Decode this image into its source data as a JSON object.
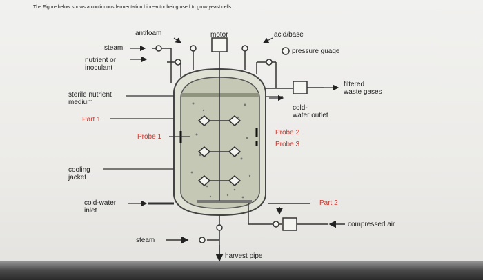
{
  "caption": "The Figure below shows a continuous fermentation bioreactor being used to grow yeast cells.",
  "labels": {
    "antifoam": "antifoam",
    "motor": "motor",
    "acid_base": "acid/base",
    "pressure_gauge": "pressure guage",
    "steam_top": "steam",
    "nutrient_inoculant": "nutrient or\ninoculant",
    "filtered_waste": "filtered\nwaste gases",
    "sterile_medium": "sterile nutrient\nmedium",
    "cold_water_outlet": "cold-\nwater outlet",
    "part1": "Part 1",
    "probe1": "Probe 1",
    "probe2": "Probe 2",
    "probe3": "Probe 3",
    "cooling_jacket": "cooling\njacket",
    "cold_water_inlet": "cold-water\ninlet",
    "part2": "Part 2",
    "compressed_air": "compressed air",
    "steam_bottom": "steam",
    "harvest_pipe": "harvest pipe"
  },
  "colors": {
    "red_label": "#c8382f",
    "vessel": "#d8dbc8",
    "liquid": "#bcc3ad"
  }
}
